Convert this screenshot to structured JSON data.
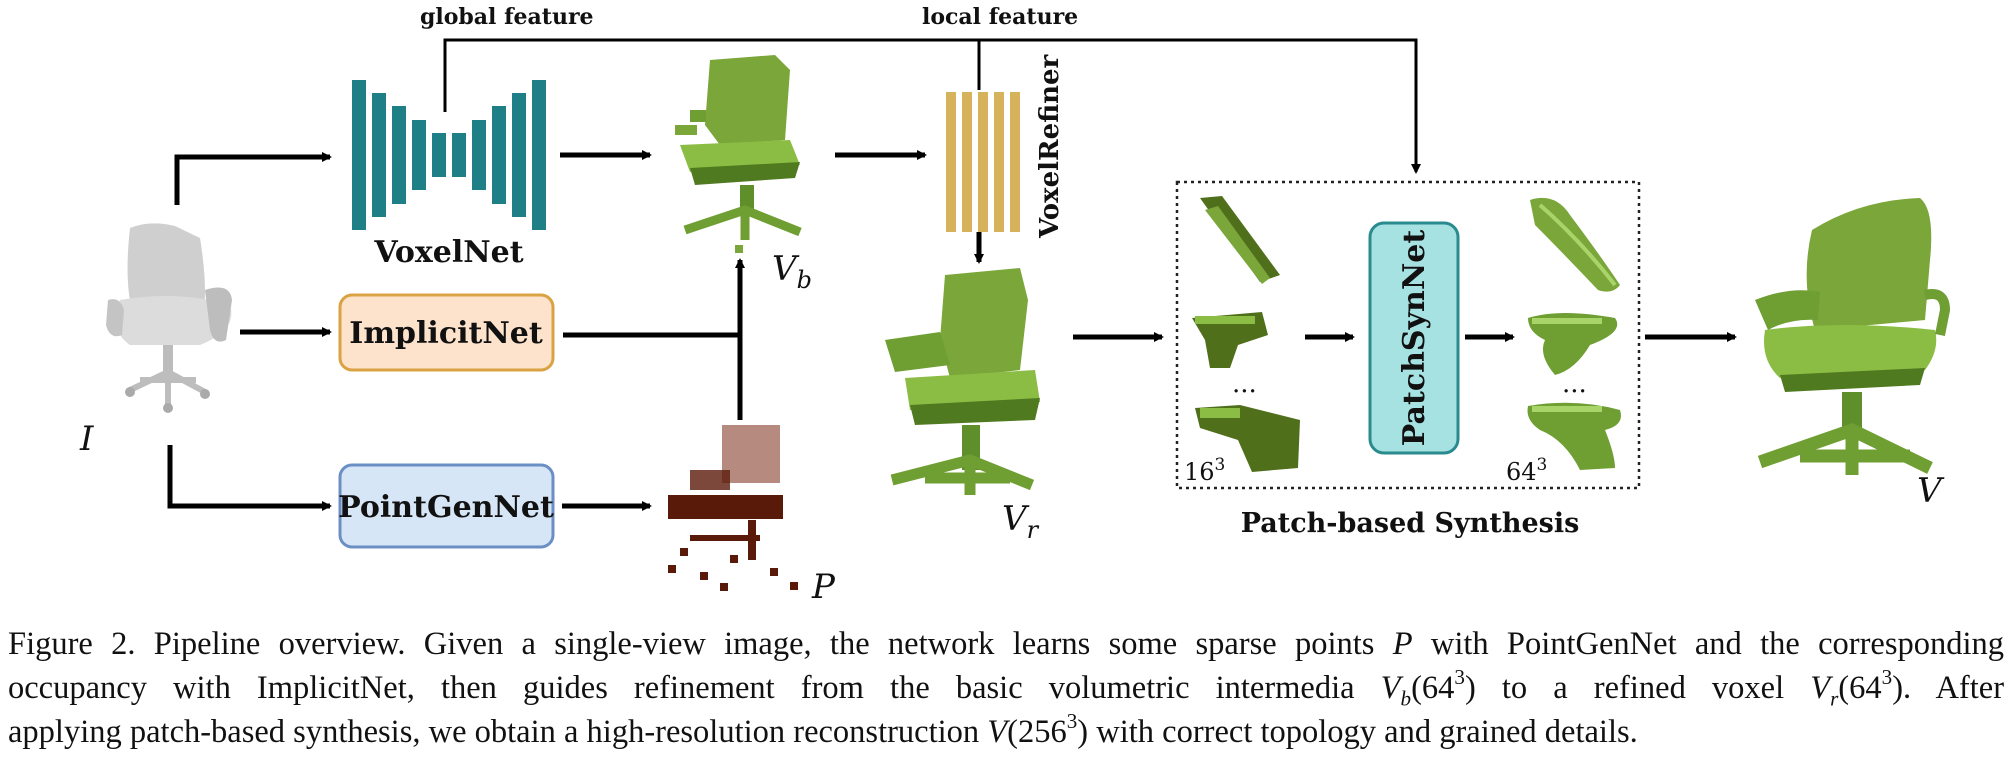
{
  "labels": {
    "global_feature": "global feature",
    "local_feature": "local feature",
    "voxelnet": "VoxelNet",
    "voxelrefiner": "VoxelRefiner",
    "implicitnet": "ImplicitNet",
    "pointgennet": "PointGenNet",
    "patchsynnet": "PatchSynNet",
    "patch_based_synthesis": "Patch-based Synthesis",
    "res_low": "16",
    "res_high": "64",
    "exp": "3",
    "ellipsis_1": "...",
    "ellipsis_2": "..."
  },
  "symbols": {
    "input": "I",
    "points": "P",
    "vb_base": "V",
    "vb_sub": "b",
    "vr_base": "V",
    "vr_sub": "r",
    "output": "V"
  },
  "caption": {
    "line1": "Figure 2. Pipeline overview. Given a single-view image, the network learns some sparse points P with PointGenNet and the corresponding",
    "line2": "occupancy with ImplicitNet, then guides refinement from the basic volumetric intermedia V_b(64^3) to a refined voxel V_r(64^3). After",
    "line3": "applying patch-based synthesis, we obtain a high-resolution reconstruction V(256^3) with correct topology and grained details.",
    "l1": "Figure 2. Pipeline overview. Given a single-view image, the network learns some sparse points",
    "l1_var": "P",
    "l1_tail": "with PointGenNet and the corresponding",
    "l2a": "occupancy with ImplicitNet, then guides refinement from the basic volumetric intermedia",
    "l2_vb": "V",
    "l2_vb_sub": "b",
    "l2_res": "(64",
    "l2_res_close": ")",
    "l2b": "to a refined voxel",
    "l2_vr": "V",
    "l2_vr_sub": "r",
    "l2_tail": "After",
    "l3a": "applying patch-based synthesis, we obtain a high-resolution reconstruction",
    "l3_v": "V",
    "l3_res": "(256",
    "l3_tail": "with correct topology and grained details."
  },
  "colors": {
    "voxel_green": "#7aa63a",
    "voxel_dark": "#4f7a1f",
    "teal": "#1f7f86",
    "gold": "#d7b25c",
    "implicit_fill": "#fde3cc",
    "implicit_border": "#d9a242",
    "pointgen_fill": "#d6e6f7",
    "pointgen_border": "#6b8fc4",
    "patchsyn_fill": "#a7e2e3",
    "patchsyn_border": "#2a8b8e",
    "points_brown": "#5a1a0a"
  }
}
